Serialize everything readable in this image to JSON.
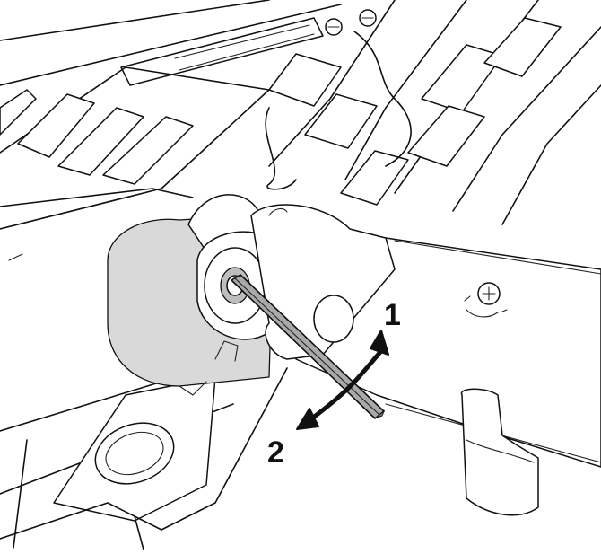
{
  "figure": {
    "type": "technical-illustration",
    "callouts": [
      {
        "label": "1"
      },
      {
        "label": "2"
      }
    ],
    "colors": {
      "ink": "#111111",
      "fill_light": "#d9d9d9",
      "fill_dark": "#bdbdbd",
      "tool": "#a9a9a9",
      "background": "#ffffff"
    },
    "icons": [
      "hex-key",
      "rotation-arrow"
    ]
  }
}
